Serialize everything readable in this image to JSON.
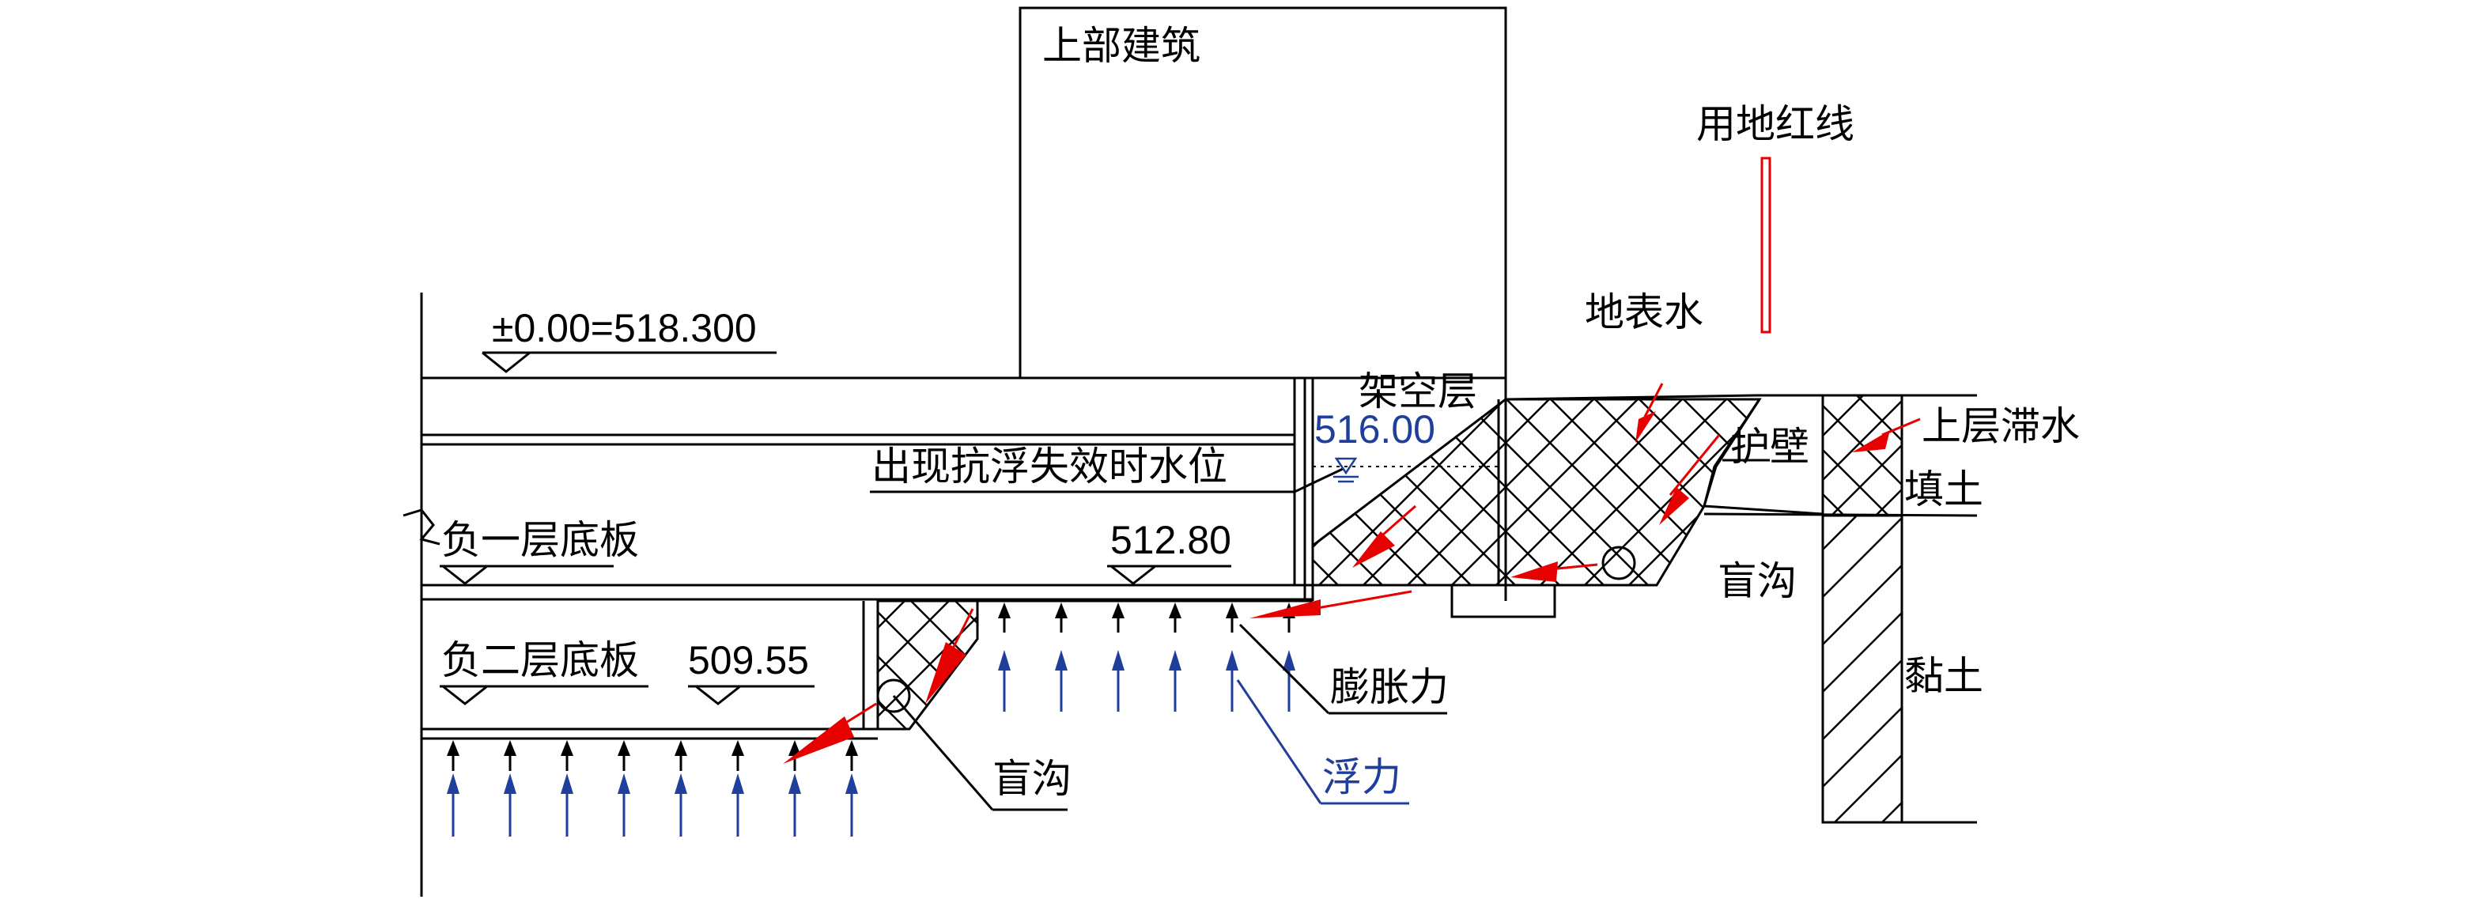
{
  "labels": {
    "upper_building": "上部建筑",
    "red_line": "用地红线",
    "surface_water": "地表水",
    "datum": "±0.00=518.300",
    "overhead_layer": "架空层",
    "perched_water": "上层滞水",
    "retaining_wall": "护壁",
    "fill_soil": "填土",
    "wl_516": "516.00",
    "failure_water_level": "出现抗浮失效时水位",
    "b1_slab": "负一层底板",
    "level_512": "512.80",
    "blind_ditch_right": "盲沟",
    "b2_slab": "负二层底板",
    "level_509": "509.55",
    "swelling_force": "膨胀力",
    "clay": "黏土",
    "blind_ditch_left": "盲沟",
    "buoyancy": "浮力"
  },
  "colors": {
    "line": "#000000",
    "red_arrow": "#e60000",
    "red_line": "#e60000",
    "buoyancy_blue": "#1f3f9a",
    "wl_text_blue": "#1f3f9a"
  },
  "icons": {
    "water_level_symbol": "water-level-icon",
    "elevation_marker": "elevation-triangle-icon",
    "break_line": "break-line-icon",
    "blind_ditch_pipe": "circle-pipe-icon"
  }
}
